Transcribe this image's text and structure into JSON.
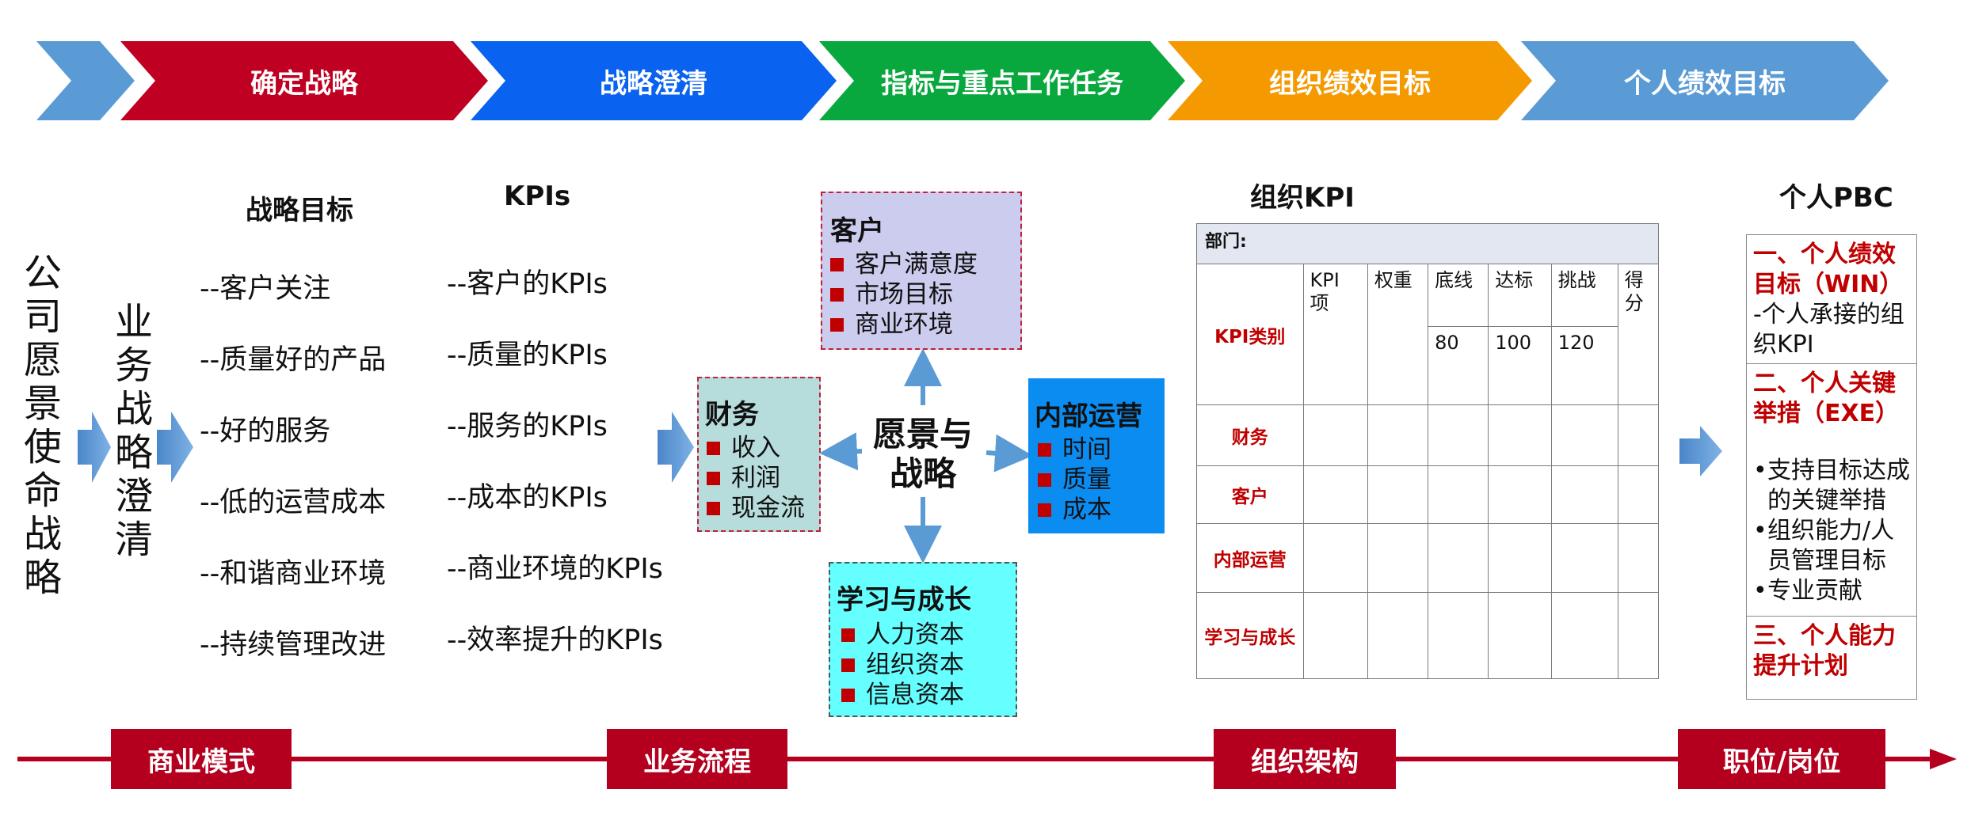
{
  "process": {
    "steps": [
      {
        "label": "确定战略",
        "color": "#c00022"
      },
      {
        "label": "战略澄清",
        "color": "#0a62f0"
      },
      {
        "label": "指标与重点工作任务",
        "color": "#09a83e"
      },
      {
        "label": "组织绩效目标",
        "color": "#f49a00"
      },
      {
        "label": "个人绩效目标",
        "color": "#5b9bd5"
      }
    ]
  },
  "left": {
    "vision": [
      "公",
      "司",
      "愿",
      "景",
      "使",
      "命",
      "战",
      "略"
    ],
    "clarify": [
      "业",
      "务",
      "战",
      "略",
      "澄",
      "清"
    ]
  },
  "goals": {
    "title": "战略目标",
    "items": [
      "--客户关注",
      "--质量好的产品",
      "--好的服务",
      "--低的运营成本",
      "--和谐商业环境",
      "--持续管理改进"
    ]
  },
  "kpis": {
    "title": "KPIs",
    "items": [
      "--客户的KPIs",
      "--质量的KPIs",
      "--服务的KPIs",
      "--成本的KPIs",
      "--商业环境的KPIs",
      "--效率提升的KPIs"
    ]
  },
  "bsc": {
    "center": [
      "愿景与",
      "战略"
    ],
    "customer": {
      "title": "客户",
      "items": [
        "客户满意度",
        "市场目标",
        "商业环境"
      ]
    },
    "finance": {
      "title": "财务",
      "items": [
        "收入",
        "利润",
        "现金流"
      ]
    },
    "internal": {
      "title": "内部运营",
      "items": [
        "时间",
        "质量",
        "成本"
      ]
    },
    "learning": {
      "title": "学习与成长",
      "items": [
        "人力资本",
        "组织资本",
        "信息资本"
      ]
    }
  },
  "org_kpi": {
    "title": "组织KPI",
    "dept_label": "部门:",
    "category_header": "KPI类别",
    "columns": [
      "KPI项",
      "权重",
      "底线",
      "达标",
      "挑战",
      "得分"
    ],
    "values": [
      "80",
      "100",
      "120"
    ],
    "rows": [
      "财务",
      "客户",
      "内部运营",
      "学习与成长"
    ]
  },
  "pbc": {
    "title": "个人PBC",
    "s1_title": "一、个人绩效目标（WIN）",
    "s1_text": "-个人承接的组织KPI",
    "s2_title": "二、个人关键举措（EXE）",
    "s2_items": [
      "支持目标达成的关键举措",
      "组织能力/人员管理目标",
      "专业贡献"
    ],
    "s3_title": "三、个人能力提升计划"
  },
  "bottom": {
    "labels": [
      "商业模式",
      "业务流程",
      "组织架构",
      "职位/岗位"
    ]
  }
}
